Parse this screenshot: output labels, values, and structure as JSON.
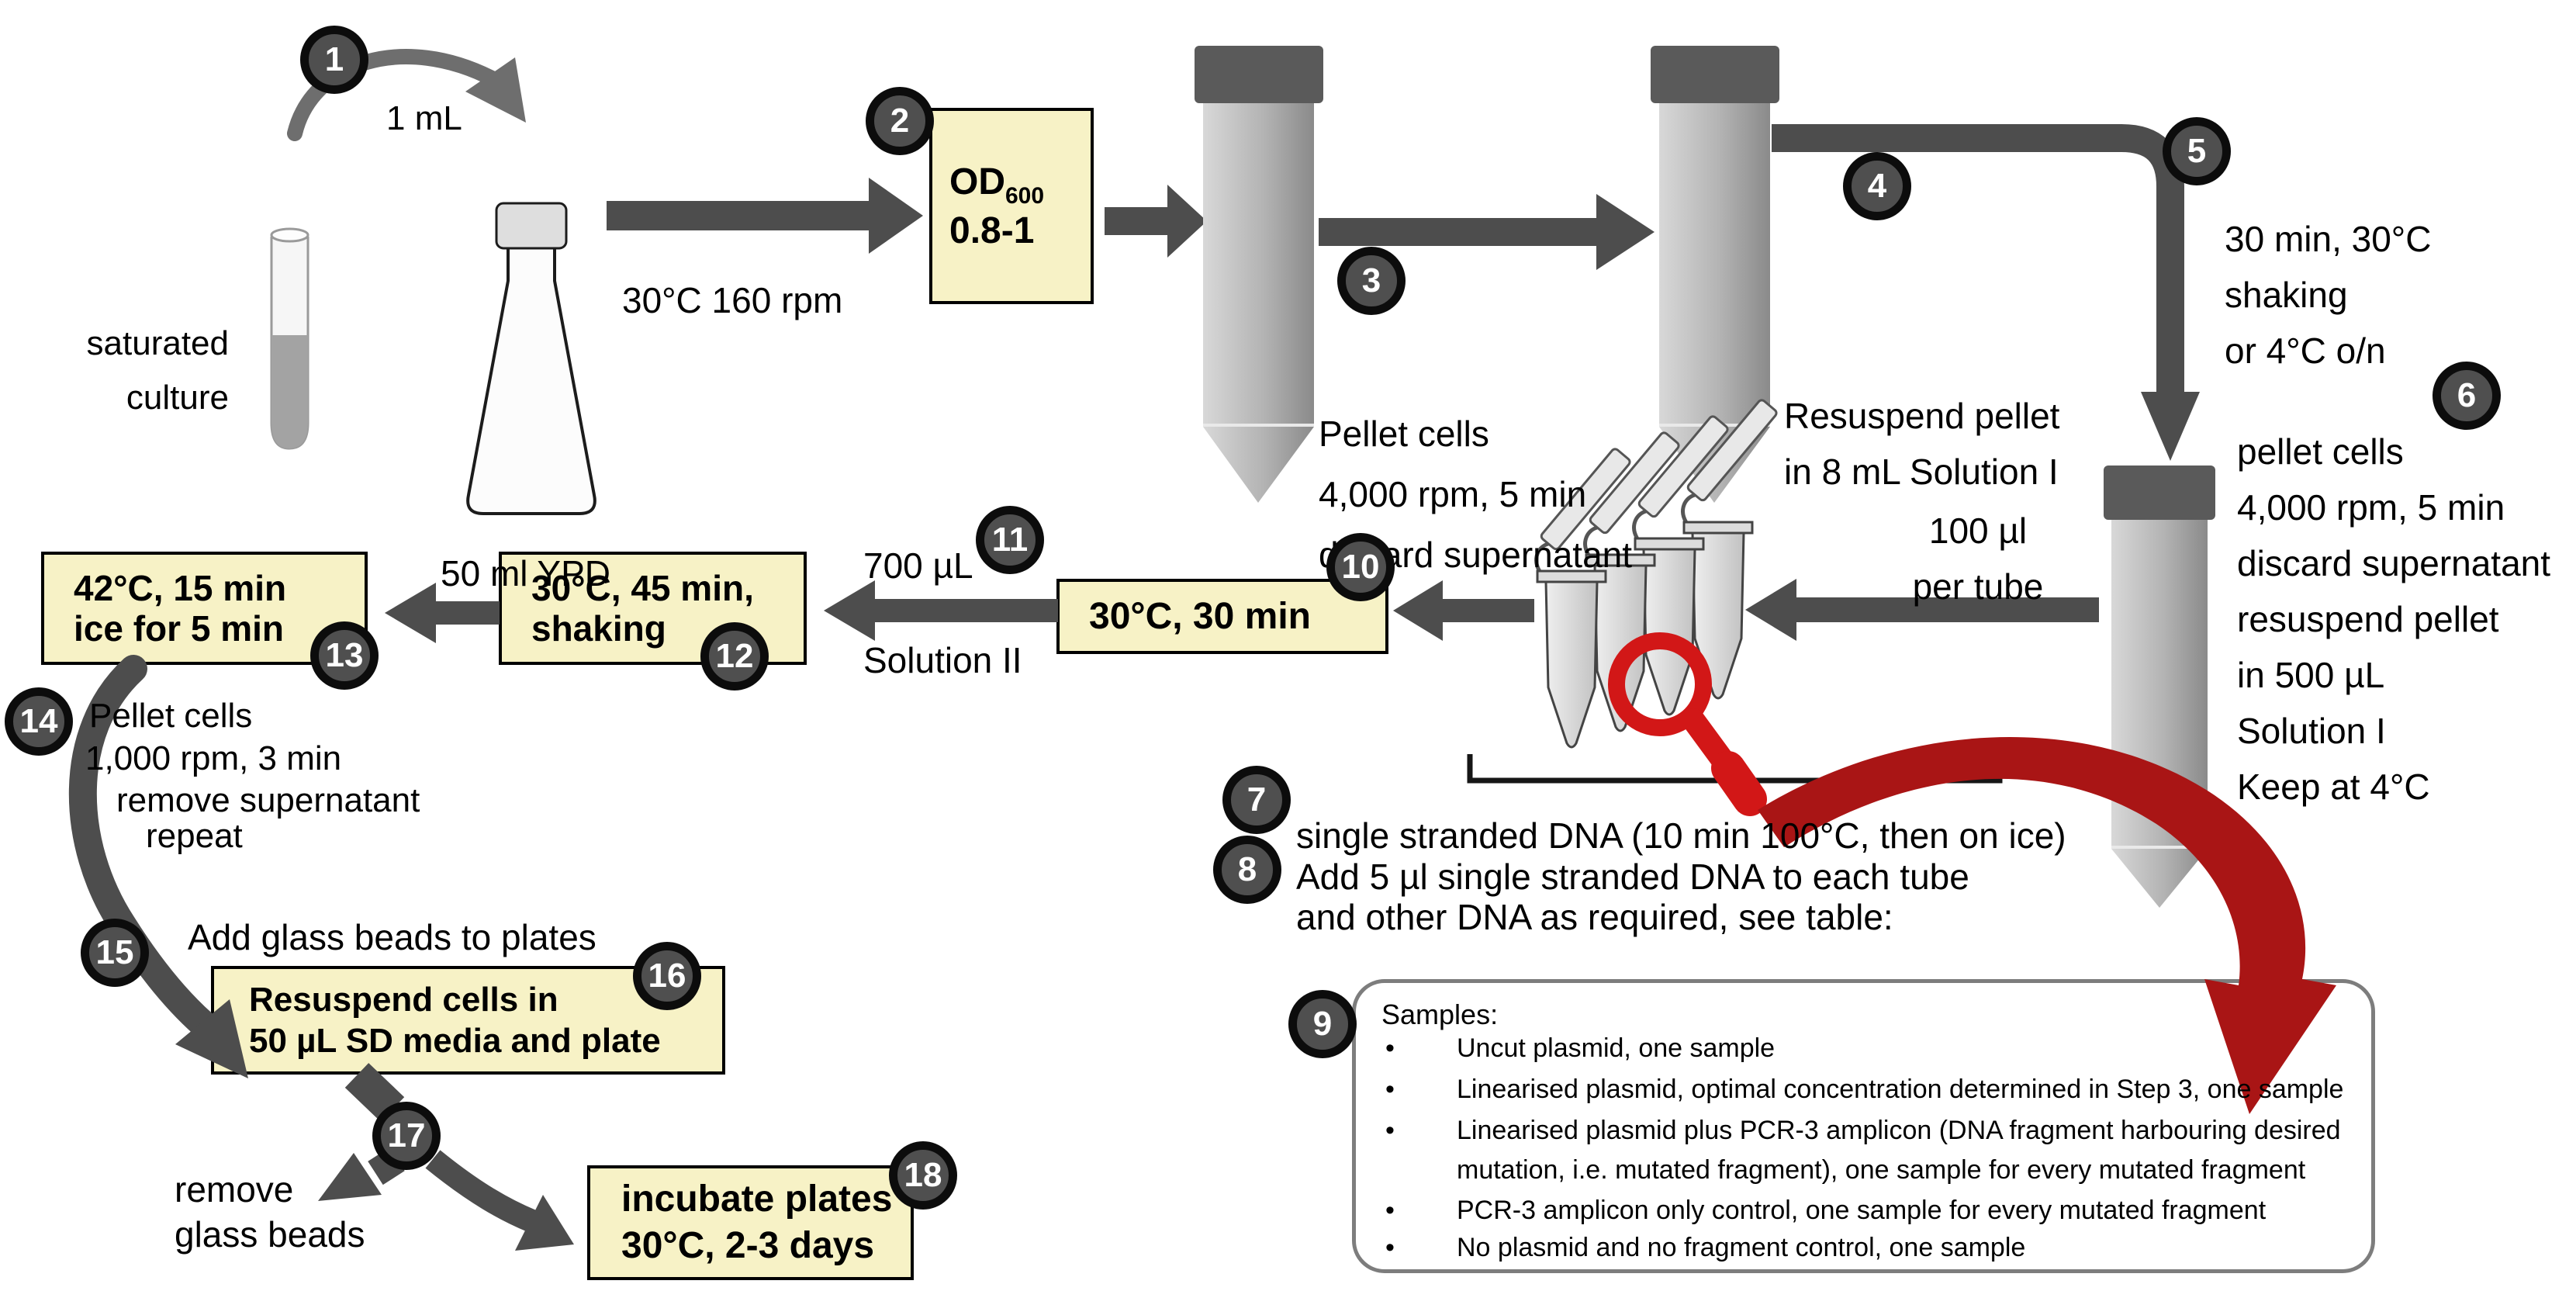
{
  "colors": {
    "box_fill": "#f7f2c6",
    "box_border": "#000000",
    "arrow_gray": "#4d4d4d",
    "badge_fill": "#4f4f4f",
    "badge_ring": "#0c0c0c",
    "accent_red_magnifier": "#d21717",
    "accent_red_arrow": "#a91515",
    "tube_cap_gray": "#5a5a5a",
    "samples_border_gray": "#7d7d7d"
  },
  "badges": [
    "1",
    "2",
    "3",
    "4",
    "5",
    "6",
    "7",
    "8",
    "9",
    "10",
    "11",
    "12",
    "13",
    "14",
    "15",
    "16",
    "17",
    "18"
  ],
  "labels": {
    "one_ml": "1 mL",
    "saturated_culture": [
      "saturated",
      "culture"
    ],
    "flask": "50 ml YPD",
    "incubation": "30°C 160 rpm",
    "od_main": "OD",
    "od_sub": "600",
    "od_range": "0.8-1",
    "step3": [
      "Pellet cells",
      "4,000 rpm, 5 min",
      "discard supernatant"
    ],
    "step4": [
      "Resuspend pellet",
      "in 8 mL Solution I"
    ],
    "step5": [
      "30 min, 30°C",
      "shaking",
      "or 4°C o/n"
    ],
    "step6": [
      "pellet cells",
      "4,000 rpm, 5 min",
      "discard supernatant",
      "resuspend pellet",
      "in 500 µL",
      "Solution I",
      "Keep at 4°C"
    ],
    "aliquot": [
      "100 µl",
      "per tube"
    ],
    "step7": "single stranded DNA (10 min 100°C, then on ice)",
    "step8": [
      "Add 5 µl single stranded DNA to each tube",
      "and other DNA as required, see table:"
    ],
    "box10": "30°C, 30 min",
    "step11_volume": "700 µL",
    "step11_solution": "Solution II",
    "box12": [
      "30°C, 45 min,",
      "shaking"
    ],
    "box13": [
      "42°C, 15 min",
      "ice for 5 min"
    ],
    "step14": [
      "Pellet cells",
      "1,000 rpm, 3 min",
      "remove supernatant",
      "repeat"
    ],
    "step15": "Add glass beads to plates",
    "box16": [
      "Resuspend cells in",
      "50 µL SD media and plate"
    ],
    "step17": [
      "remove",
      "glass beads"
    ],
    "box18": [
      "incubate plates",
      "30°C, 2-3 days"
    ]
  },
  "samples": {
    "title": "Samples:",
    "bullet_char": "•",
    "bullets": [
      "Uncut plasmid, one sample",
      "Linearised plasmid, optimal concentration determined in Step 3, one sample",
      "Linearised plasmid plus PCR-3 amplicon (DNA fragment harbouring desired",
      "mutation, i.e. mutated fragment), one sample for every mutated fragment",
      "PCR-3 amplicon only control, one sample for every mutated fragment",
      "No plasmid and no fragment control, one sample"
    ]
  }
}
